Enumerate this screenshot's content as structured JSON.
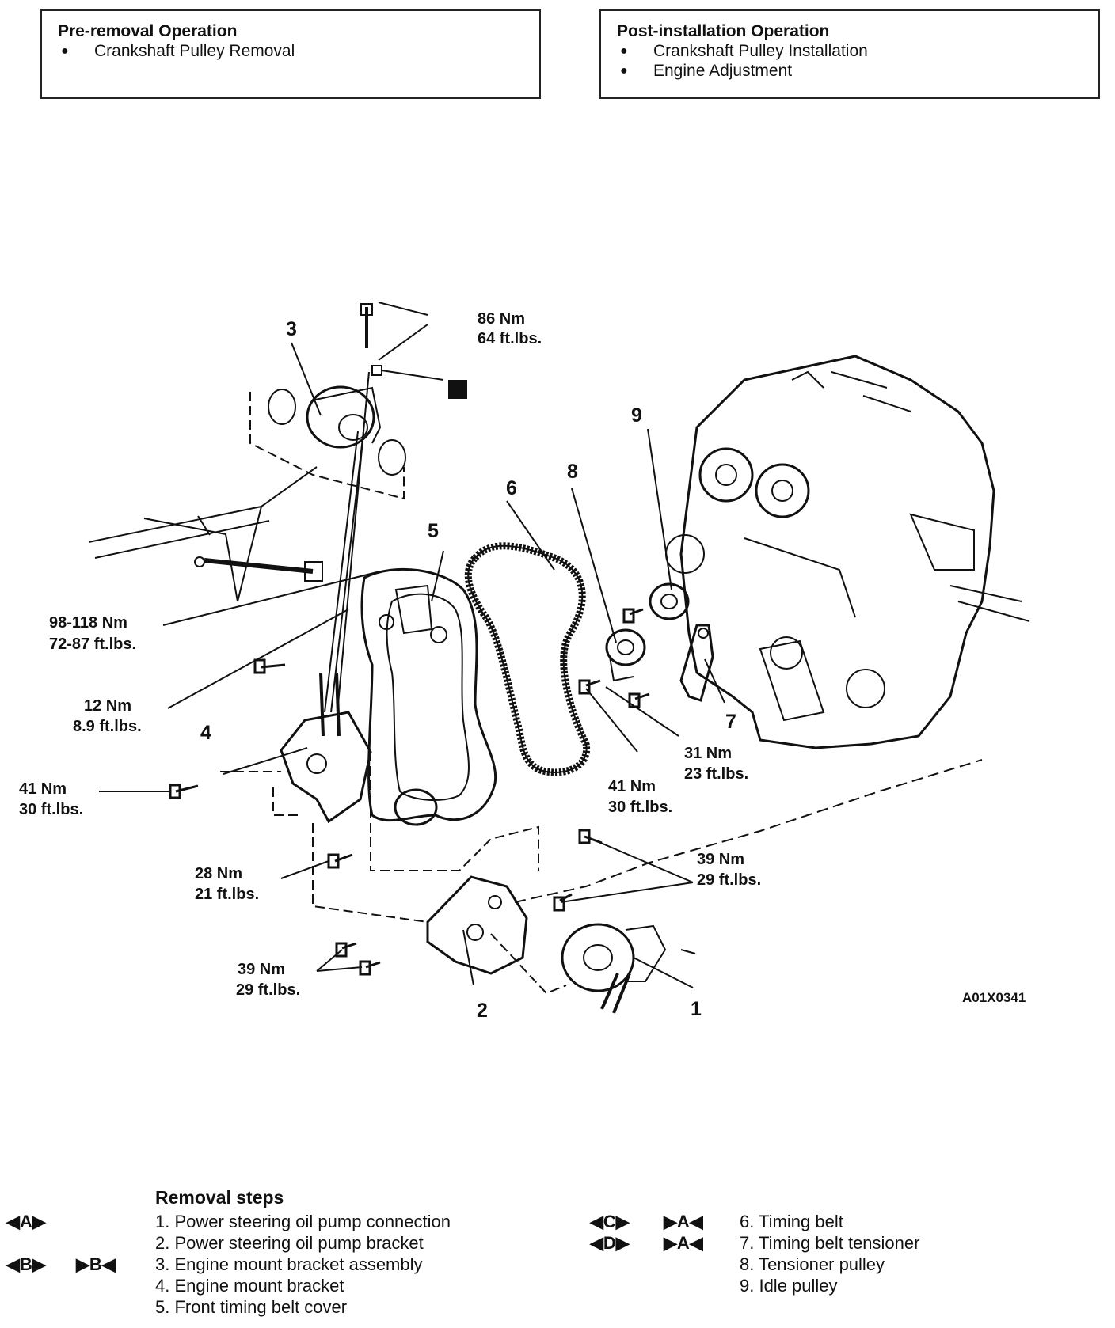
{
  "pre_removal": {
    "title": "Pre-removal Operation",
    "items": [
      "Crankshaft Pulley Removal"
    ]
  },
  "post_installation": {
    "title": "Post-installation Operation",
    "items": [
      "Crankshaft Pulley Installation",
      "Engine Adjustment"
    ]
  },
  "diagram": {
    "callouts": [
      "1",
      "2",
      "3",
      "4",
      "5",
      "6",
      "7",
      "8",
      "9"
    ],
    "torques": [
      {
        "nm": "86 Nm",
        "ft": "64 ft.lbs."
      },
      {
        "nm": "98-118 Nm",
        "ft": "72-87 ft.lbs."
      },
      {
        "nm": "12 Nm",
        "ft": "8.9 ft.lbs."
      },
      {
        "nm": "41 Nm",
        "ft": "30 ft.lbs."
      },
      {
        "nm": "28 Nm",
        "ft": "21 ft.lbs."
      },
      {
        "nm": "39 Nm",
        "ft": "29 ft.lbs."
      },
      {
        "nm": "39 Nm",
        "ft": "29 ft.lbs."
      },
      {
        "nm": "41 Nm",
        "ft": "30 ft.lbs."
      },
      {
        "nm": "31 Nm",
        "ft": "23 ft.lbs."
      }
    ],
    "new_part_mark": "N",
    "figure_id": "A01X0341"
  },
  "removal": {
    "title": "Removal steps",
    "steps_left": [
      "1. Power steering oil pump connection",
      "2. Power steering oil pump bracket",
      "3. Engine mount bracket assembly",
      "4. Engine mount bracket",
      "5. Front timing belt cover"
    ],
    "steps_right": [
      "6. Timing belt",
      "7. Timing belt tensioner",
      "8. Tensioner pulley",
      "9. Idle pulley"
    ],
    "marks": {
      "step1": "◀A▶",
      "step3_a": "◀B▶",
      "step3_b": "▶B◀",
      "step6_a": "◀C▶",
      "step6_b": "▶A◀",
      "step7_a": "◀D▶",
      "step7_b": "▶A◀"
    }
  }
}
